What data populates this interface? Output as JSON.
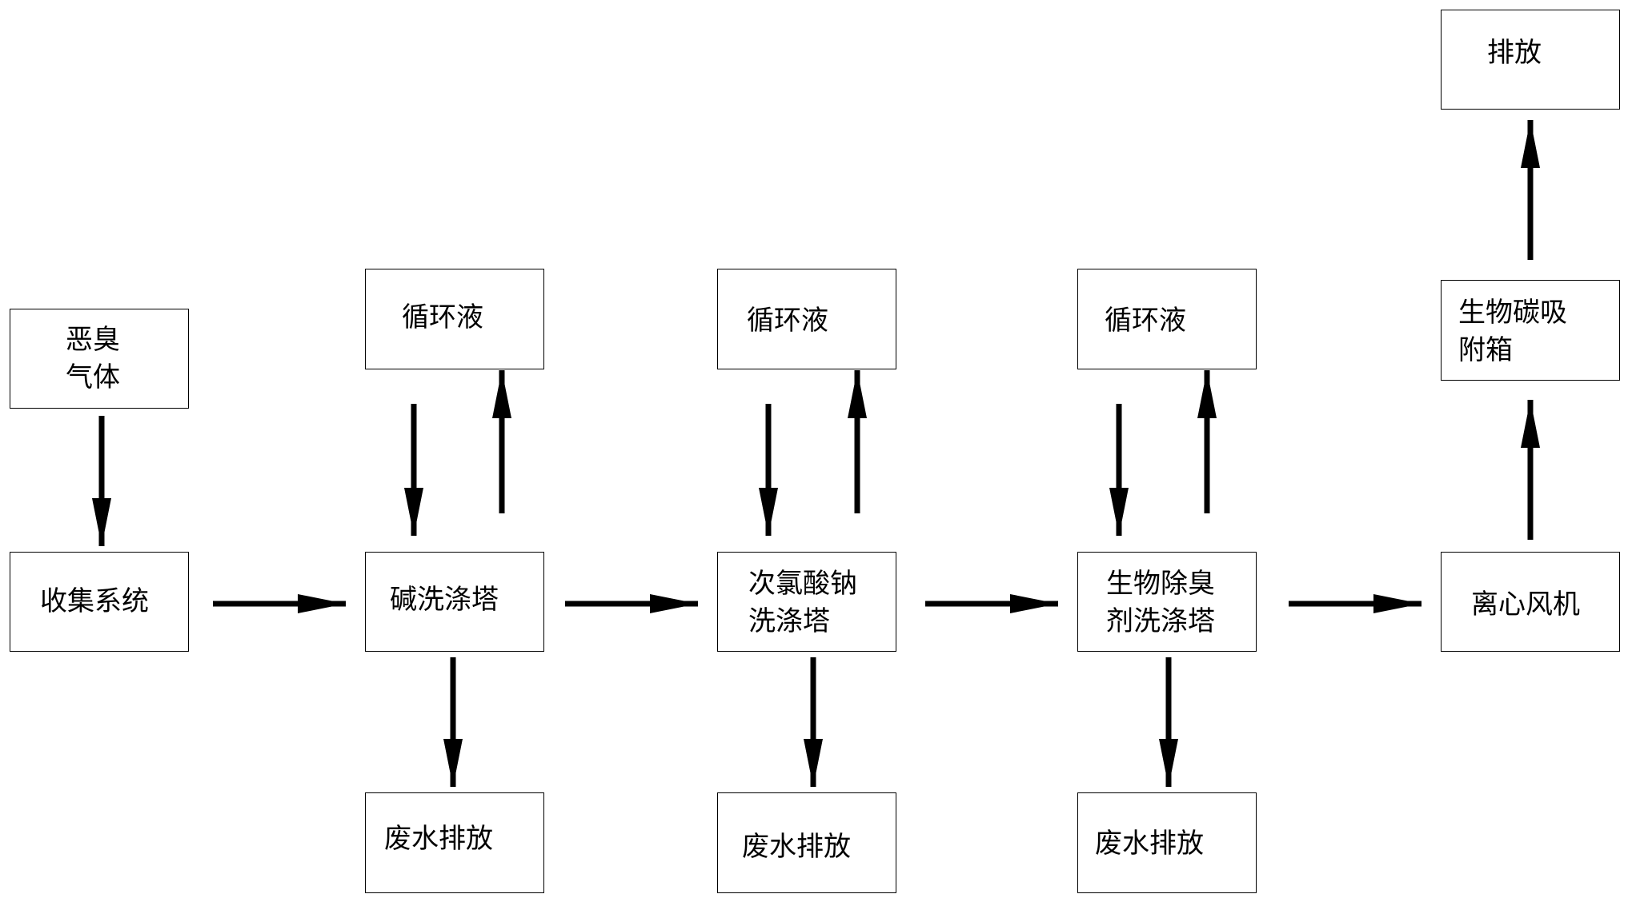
{
  "nodes": {
    "malodorous_gas": "恶臭\n气体",
    "collection_system": "收集系统",
    "alkali_scrubber": "碱洗涤塔",
    "alkali_circulating_liquid": "循环液",
    "alkali_wastewater": "废水排放",
    "hypochlorite_scrubber": "次氯酸钠\n洗涤塔",
    "hypochlorite_circulating_liquid": "循环液",
    "hypochlorite_wastewater": "废水排放",
    "bio_deodorant_scrubber": "生物除臭\n剂洗涤塔",
    "bio_circulating_liquid": "循环液",
    "bio_wastewater": "废水排放",
    "centrifugal_fan": "离心风机",
    "bio_carbon_adsorption_box": "生物碳吸\n附箱",
    "discharge": "排放"
  }
}
